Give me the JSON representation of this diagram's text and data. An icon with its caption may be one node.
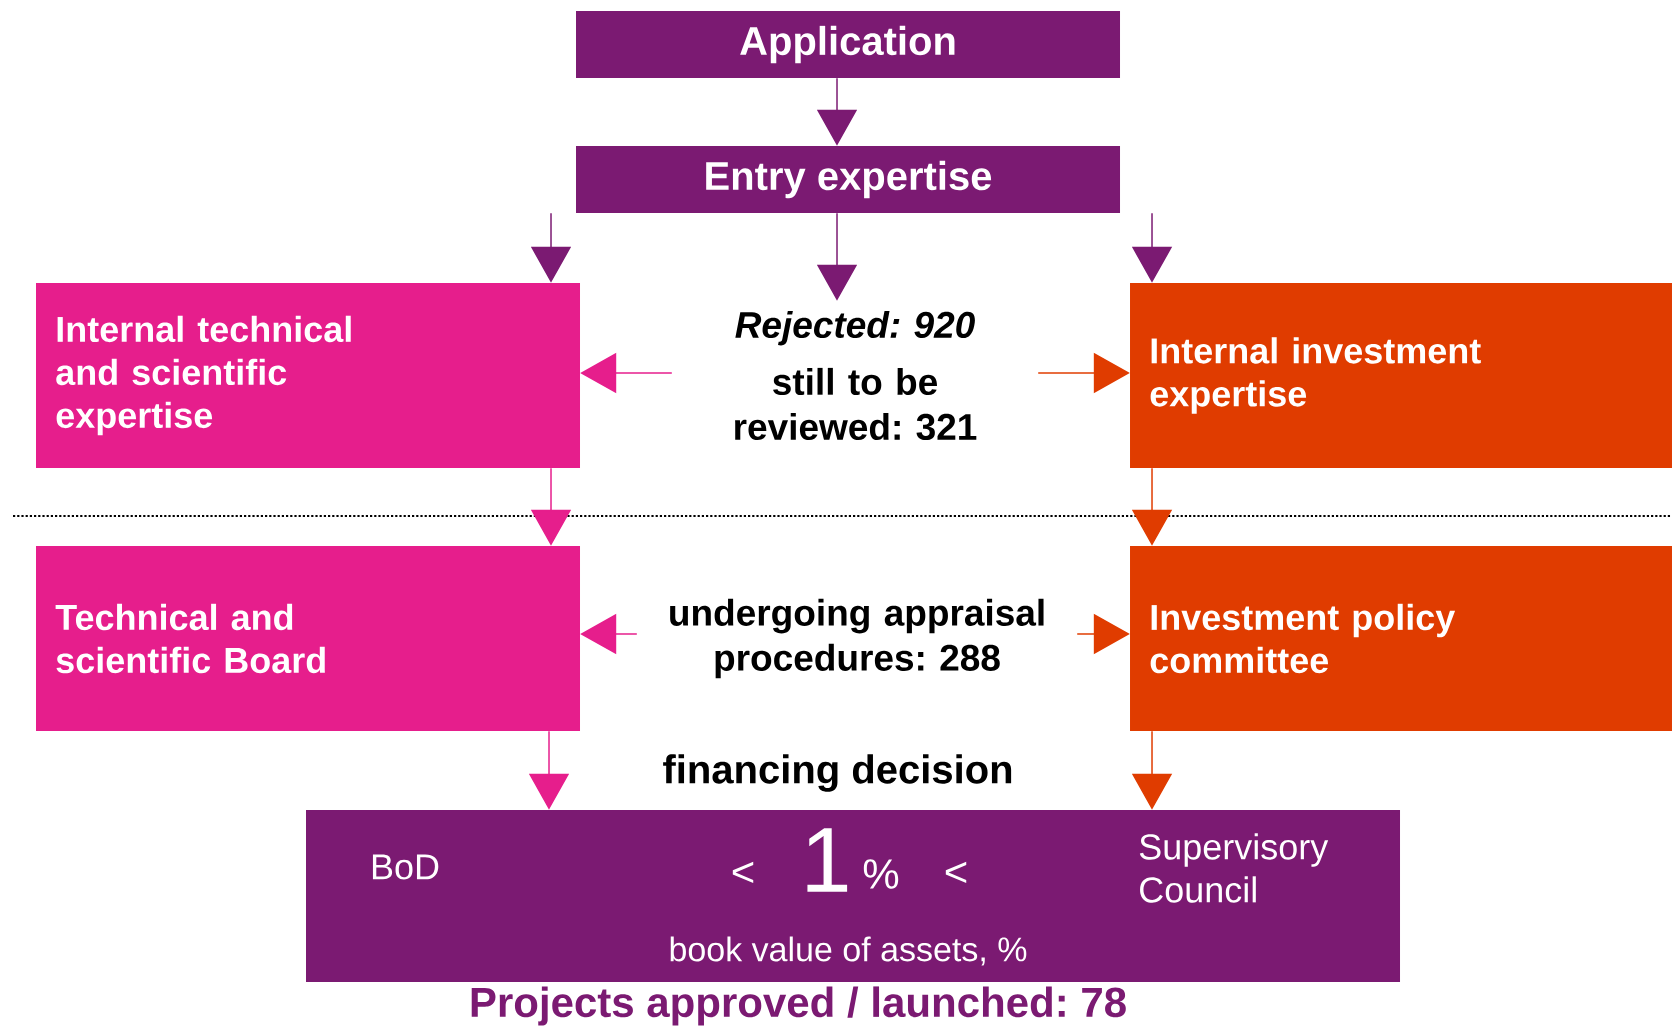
{
  "diagram": {
    "caption": "Projects approved / launched: 78",
    "nodes": [
      {
        "text": [
          "Application"
        ]
      },
      {
        "text": [
          "Entry expertise"
        ]
      },
      {
        "text": [
          "Internal technical and scientific expertise"
        ]
      },
      {
        "text": [
          "Rejected: 920",
          "still to be reviewed: 321"
        ]
      },
      {
        "text": [
          "Internal investment expertise"
        ]
      },
      {
        "text": [
          "Technical and scientific Board"
        ]
      },
      {
        "text": [
          "undergoing appraisal procedures: 288"
        ]
      },
      {
        "text": [
          "Investment policy committee"
        ]
      },
      {
        "text": [
          "BoD",
          "<",
          "1",
          "%",
          "<",
          "Supervisory Council",
          "book value of assets, %"
        ]
      }
    ],
    "edges": [
      {
        "from": 0,
        "to": 1,
        "arrow": "to",
        "color": "#7b1a72"
      },
      {
        "from": 1,
        "to": 2,
        "arrow": "to",
        "color": "#7b1a72"
      },
      {
        "from": 1,
        "to": 3,
        "arrow": "to",
        "color": "#7b1a72"
      },
      {
        "from": 1,
        "to": 4,
        "arrow": "to",
        "color": "#7b1a72"
      },
      {
        "from": 3,
        "to": 2,
        "arrow": "to",
        "color": "#e61e8c"
      },
      {
        "from": 3,
        "to": 4,
        "arrow": "to",
        "color": "#e03c00"
      },
      {
        "from": 2,
        "to": 5,
        "arrow": "to",
        "color": "#e61e8c"
      },
      {
        "from": 4,
        "to": 7,
        "arrow": "to",
        "color": "#e03c00"
      },
      {
        "from": 6,
        "to": 5,
        "arrow": "to",
        "color": "#e61e8c"
      },
      {
        "from": 6,
        "to": 7,
        "arrow": "to",
        "color": "#e03c00"
      },
      {
        "from": 5,
        "to": 8,
        "arrow": "to",
        "color": "#e61e8c"
      },
      {
        "from": 7,
        "to": 8,
        "arrow": "to",
        "color": "#e03c00"
      }
    ],
    "labels": [
      "financing decision"
    ]
  }
}
